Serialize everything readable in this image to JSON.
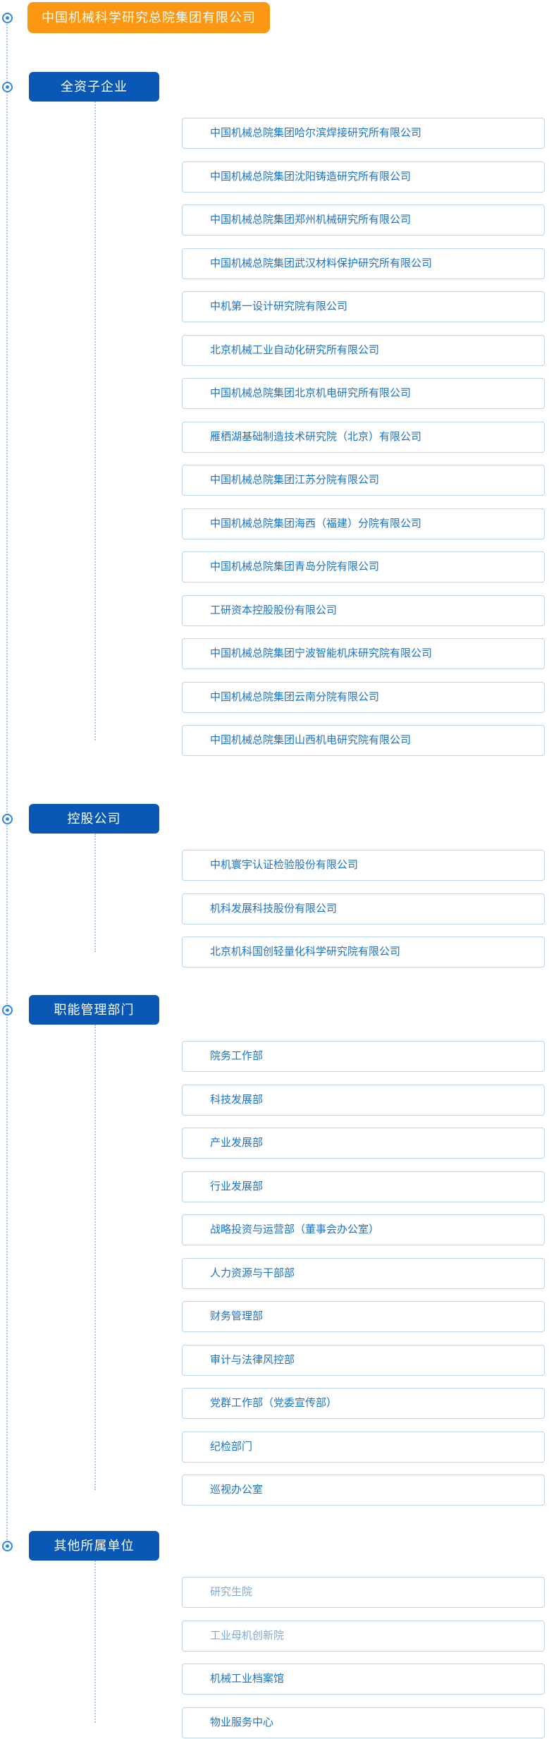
{
  "root": {
    "label": "中国机械科学研究总院集团有限公司"
  },
  "sections": [
    {
      "label": "全资子企业",
      "items": [
        {
          "label": "中国机械总院集团哈尔滨焊接研究所有限公司"
        },
        {
          "label": "中国机械总院集团沈阳铸造研究所有限公司"
        },
        {
          "label": "中国机械总院集团郑州机械研究所有限公司"
        },
        {
          "label": "中国机械总院集团武汉材料保护研究所有限公司"
        },
        {
          "label": "中机第一设计研究院有限公司"
        },
        {
          "label": "北京机械工业自动化研究所有限公司"
        },
        {
          "label": "中国机械总院集团北京机电研究所有限公司"
        },
        {
          "label": "雁栖湖基础制造技术研究院（北京）有限公司"
        },
        {
          "label": "中国机械总院集团江苏分院有限公司"
        },
        {
          "label": "中国机械总院集团海西（福建）分院有限公司"
        },
        {
          "label": "中国机械总院集团青岛分院有限公司"
        },
        {
          "label": "工研资本控股股份有限公司"
        },
        {
          "label": "中国机械总院集团宁波智能机床研究院有限公司"
        },
        {
          "label": "中国机械总院集团云南分院有限公司"
        },
        {
          "label": "中国机械总院集团山西机电研究院有限公司"
        }
      ]
    },
    {
      "label": "控股公司",
      "items": [
        {
          "label": "中机寰宇认证检验股份有限公司"
        },
        {
          "label": "机科发展科技股份有限公司"
        },
        {
          "label": "北京机科国创轻量化科学研究院有限公司"
        }
      ]
    },
    {
      "label": "职能管理部门",
      "items": [
        {
          "label": "院务工作部"
        },
        {
          "label": "科技发展部"
        },
        {
          "label": "产业发展部"
        },
        {
          "label": "行业发展部"
        },
        {
          "label": "战略投资与运营部（董事会办公室）"
        },
        {
          "label": "人力资源与干部部"
        },
        {
          "label": "财务管理部"
        },
        {
          "label": "审计与法律风控部"
        },
        {
          "label": "党群工作部（党委宣传部）"
        },
        {
          "label": "纪检部门"
        },
        {
          "label": "巡视办公室"
        }
      ]
    },
    {
      "label": "其他所属单位",
      "items": [
        {
          "label": "研究生院",
          "muted": true
        },
        {
          "label": "工业母机创新院",
          "muted": true
        },
        {
          "label": "机械工业档案馆"
        },
        {
          "label": "物业服务中心"
        }
      ]
    }
  ],
  "colors": {
    "root_bg": "#FB9712",
    "category_bg": "#0A58B6",
    "item_text": "#1A73C8",
    "item_text_muted": "#7FA9D6",
    "item_border": "#B9D4EE",
    "connector": "#A6C9ED",
    "bullet": "#2F87E2"
  }
}
